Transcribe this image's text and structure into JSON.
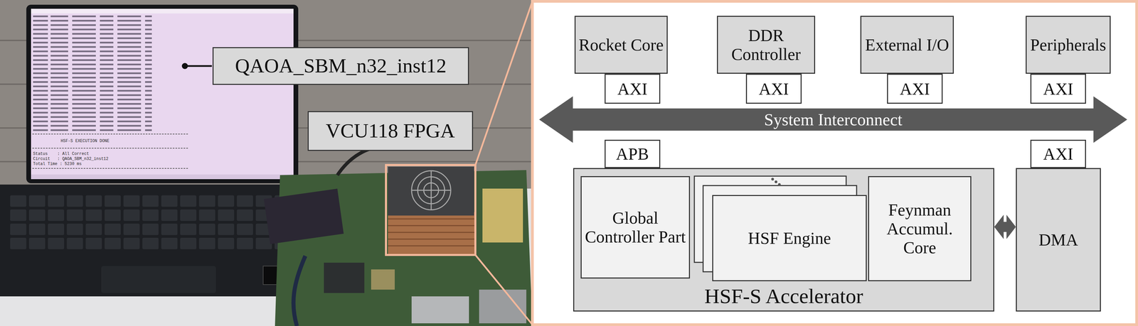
{
  "diagram": {
    "nodes": [
      {
        "text": [
          "QAOA_SBM_n32_inst12"
        ]
      },
      {
        "text": [
          "VCU118 FPGA"
        ]
      },
      {
        "text": [
          "Rocket Core"
        ]
      },
      {
        "text": [
          "DDR Controller"
        ]
      },
      {
        "text": [
          "External I/O"
        ]
      },
      {
        "text": [
          "Peripherals"
        ]
      },
      {
        "text": [
          "AXI"
        ]
      },
      {
        "text": [
          "AXI"
        ]
      },
      {
        "text": [
          "AXI"
        ]
      },
      {
        "text": [
          "AXI"
        ]
      },
      {
        "text": [
          "System Interconnect"
        ]
      },
      {
        "text": [
          "APB"
        ]
      },
      {
        "text": [
          "AXI"
        ]
      },
      {
        "text": [
          "HSF-S Accelerator"
        ]
      },
      {
        "text": [
          "Global Controller Part"
        ],
        "in": 13
      },
      {
        "text": [
          "HSF Engine"
        ],
        "in": 13
      },
      {
        "text": [
          "Feynman Accumul. Core"
        ],
        "in": 13
      },
      {
        "text": [
          "DMA"
        ]
      }
    ],
    "edges": [
      {
        "from": 13,
        "to": 17,
        "arrow": "both"
      }
    ],
    "labels": [
      "HSF-S EXECUTION DONE",
      "Status    : All Correct",
      "Circuit   : QAOA_SBM_n32_inst12",
      "Total Time : 5230 ms"
    ]
  }
}
